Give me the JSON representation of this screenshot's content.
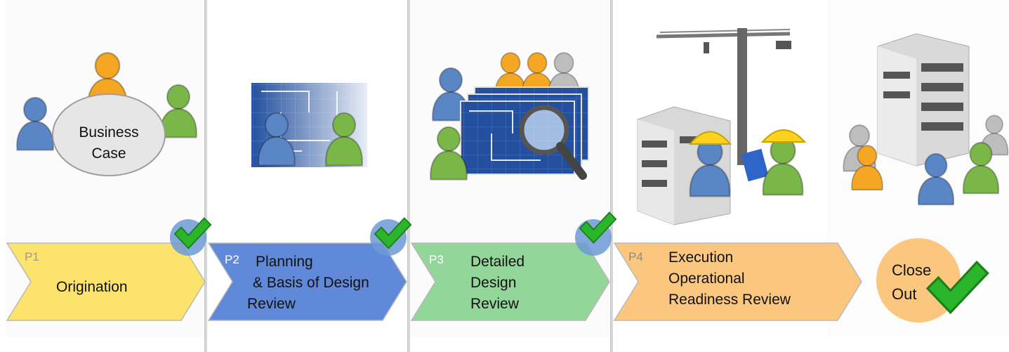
{
  "colors": {
    "p1": "#fce36b",
    "p2": "#6189d9",
    "p3": "#93d69a",
    "p4": "#fbc77e",
    "closeout": "#fbc77e",
    "check": "#2bb52b",
    "person_blue": "#5b86c5",
    "person_orange": "#f5a623",
    "person_green": "#7ab648",
    "person_gray": "#bdbdbd"
  },
  "phases": [
    {
      "id": "P1",
      "lines": [
        "Origination"
      ],
      "done": true,
      "icon": "meeting-table-icon"
    },
    {
      "id": "P2",
      "lines": [
        "Planning",
        "& Basis of Design",
        "Review"
      ],
      "done": true,
      "icon": "blueprint-review-icon"
    },
    {
      "id": "P3",
      "lines": [
        "Detailed",
        "Design",
        "Review"
      ],
      "done": true,
      "icon": "magnifier-blueprint-icon"
    },
    {
      "id": "P4",
      "lines": [
        "Execution",
        "Operational",
        "Readiness Review"
      ],
      "done": false,
      "icon": "construction-crane-icon"
    }
  ],
  "closeout": {
    "lines": [
      "Close",
      "Out"
    ],
    "icon": "completed-building-icon"
  },
  "business_case": {
    "lines": [
      "Business",
      "Case"
    ]
  }
}
